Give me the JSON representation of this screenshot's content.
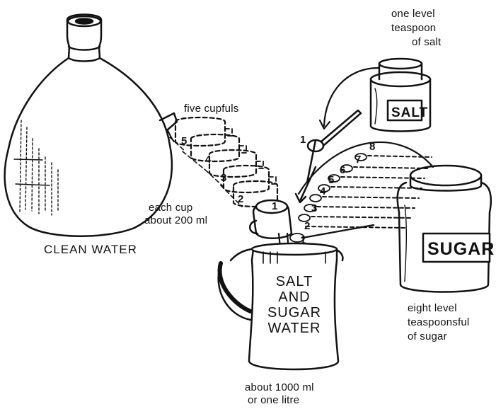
{
  "labels": {
    "clean_water": "CLEAN WATER",
    "five_cupfuls": "five cupfuls",
    "each_cup_line1": "each cup",
    "each_cup_line2": "about 200 ml",
    "salt_caption_line1": "one level",
    "salt_caption_line2": "teaspoon",
    "salt_caption_line3": "of salt",
    "salt_jar_label": "SALT",
    "sugar_jar_label": "SUGAR",
    "sugar_caption_line1": "eight level",
    "sugar_caption_line2": "teaspoonsful",
    "sugar_caption_line3": "of sugar",
    "jug_line1": "SALT",
    "jug_line2": "AND",
    "jug_line3": "SUGAR",
    "jug_line4": "WATER",
    "jug_caption_line1": "about 1000 ml",
    "jug_caption_line2": "or one litre"
  },
  "cup_numbers": [
    "5",
    "4",
    "3",
    "2",
    "1"
  ],
  "salt_spoon_number": "1",
  "sugar_spoon_numbers": [
    "8",
    "7",
    "6",
    "5",
    "4",
    "3",
    "2",
    "1"
  ],
  "ink_color": "#111111"
}
